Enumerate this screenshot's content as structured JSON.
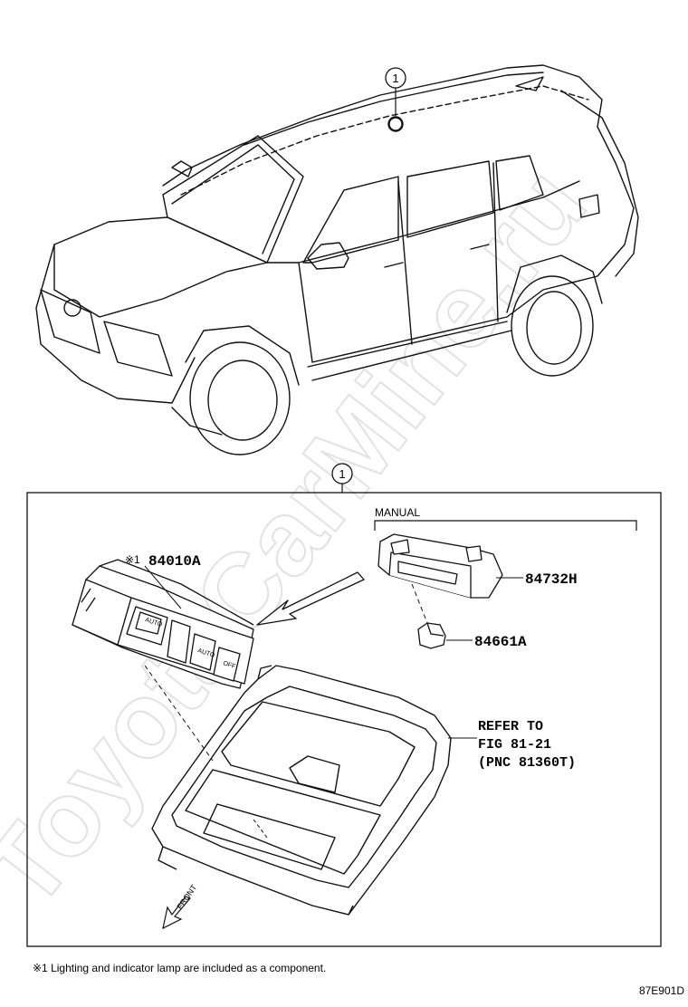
{
  "callouts": {
    "top": "1",
    "box": "1"
  },
  "section_label": "MANUAL",
  "parts": [
    {
      "prefix": "※1",
      "number": "84010A"
    },
    {
      "prefix": "",
      "number": "84732H"
    },
    {
      "prefix": "",
      "number": "84661A"
    }
  ],
  "refer": {
    "line1": "REFER TO",
    "line2": "FIG 81-21",
    "line3": "(PNC 81360T)"
  },
  "switch_labels": {
    "auto_small": "AUTO",
    "auto": "AUTO",
    "off": "OFF"
  },
  "front_label": "FRONT",
  "watermark": "ToyotaCarMine.ru",
  "footnote": "※1 Lighting and indicator lamp are included as a component.",
  "figure_code": "87E901D",
  "colors": {
    "line": "#111111",
    "watermark": "#e6e6e6"
  }
}
